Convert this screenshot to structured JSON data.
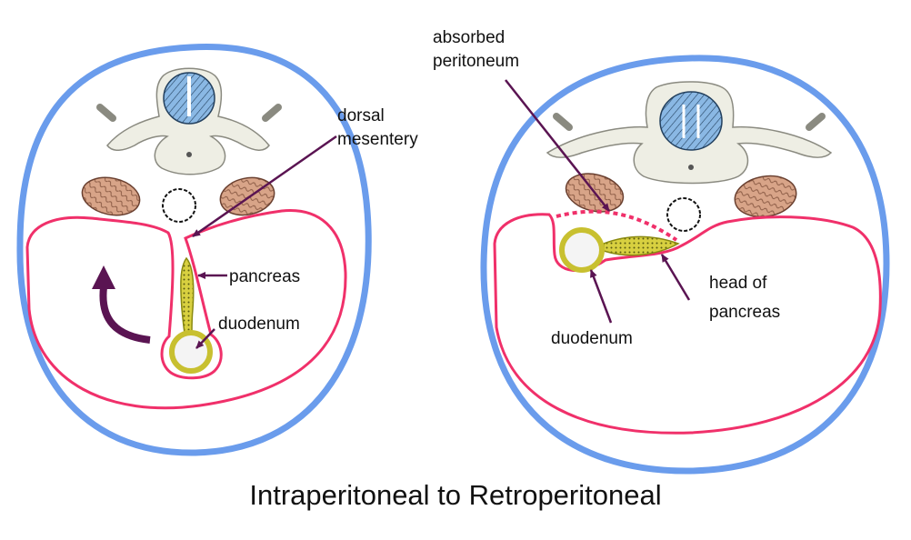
{
  "title": "Intraperitoneal to Retroperitoneal",
  "left_panel": {
    "dorsal_mesentery": [
      "dorsal",
      "mesentery"
    ],
    "pancreas": "pancreas",
    "duodenum": "duodenum"
  },
  "right_panel": {
    "absorbed_peritoneum": [
      "absorbed",
      "peritoneum"
    ],
    "duodenum": "duodenum",
    "head_of_pancreas": [
      "head of",
      "pancreas"
    ]
  },
  "colors": {
    "body_wall": "#6a9cec",
    "peritoneum": "#f0306a",
    "arrow": "#5a1452",
    "spinal_cord": "#8ab8e4",
    "kidney": "#d8a488",
    "gut_tissue": "#d8d040",
    "bone": "#eeeee4"
  },
  "icons": [
    "body-wall-outline",
    "vertebra",
    "spinal-cord",
    "kidney",
    "aorta",
    "peritoneal-cavity",
    "pancreas",
    "duodenum",
    "rotation-arrow"
  ]
}
